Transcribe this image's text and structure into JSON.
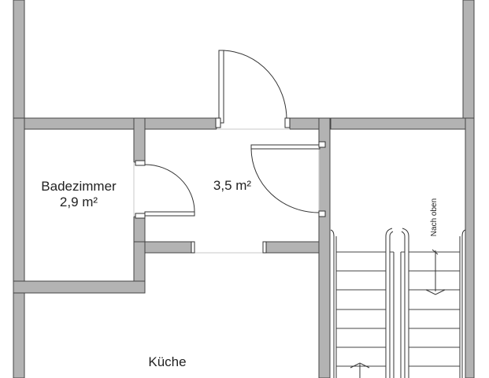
{
  "floorplan": {
    "wall_fill": "#b3b3b3",
    "wall_stroke": "#444444",
    "line_color": "#333333",
    "background": "#ffffff",
    "rooms": [
      {
        "name": "Badezimmer",
        "area": "2,9 m²"
      },
      {
        "name": "",
        "area": "3,5 m²"
      },
      {
        "name": "Küche",
        "area": ""
      }
    ],
    "stairs": {
      "direction_label": "Nach oben"
    }
  }
}
